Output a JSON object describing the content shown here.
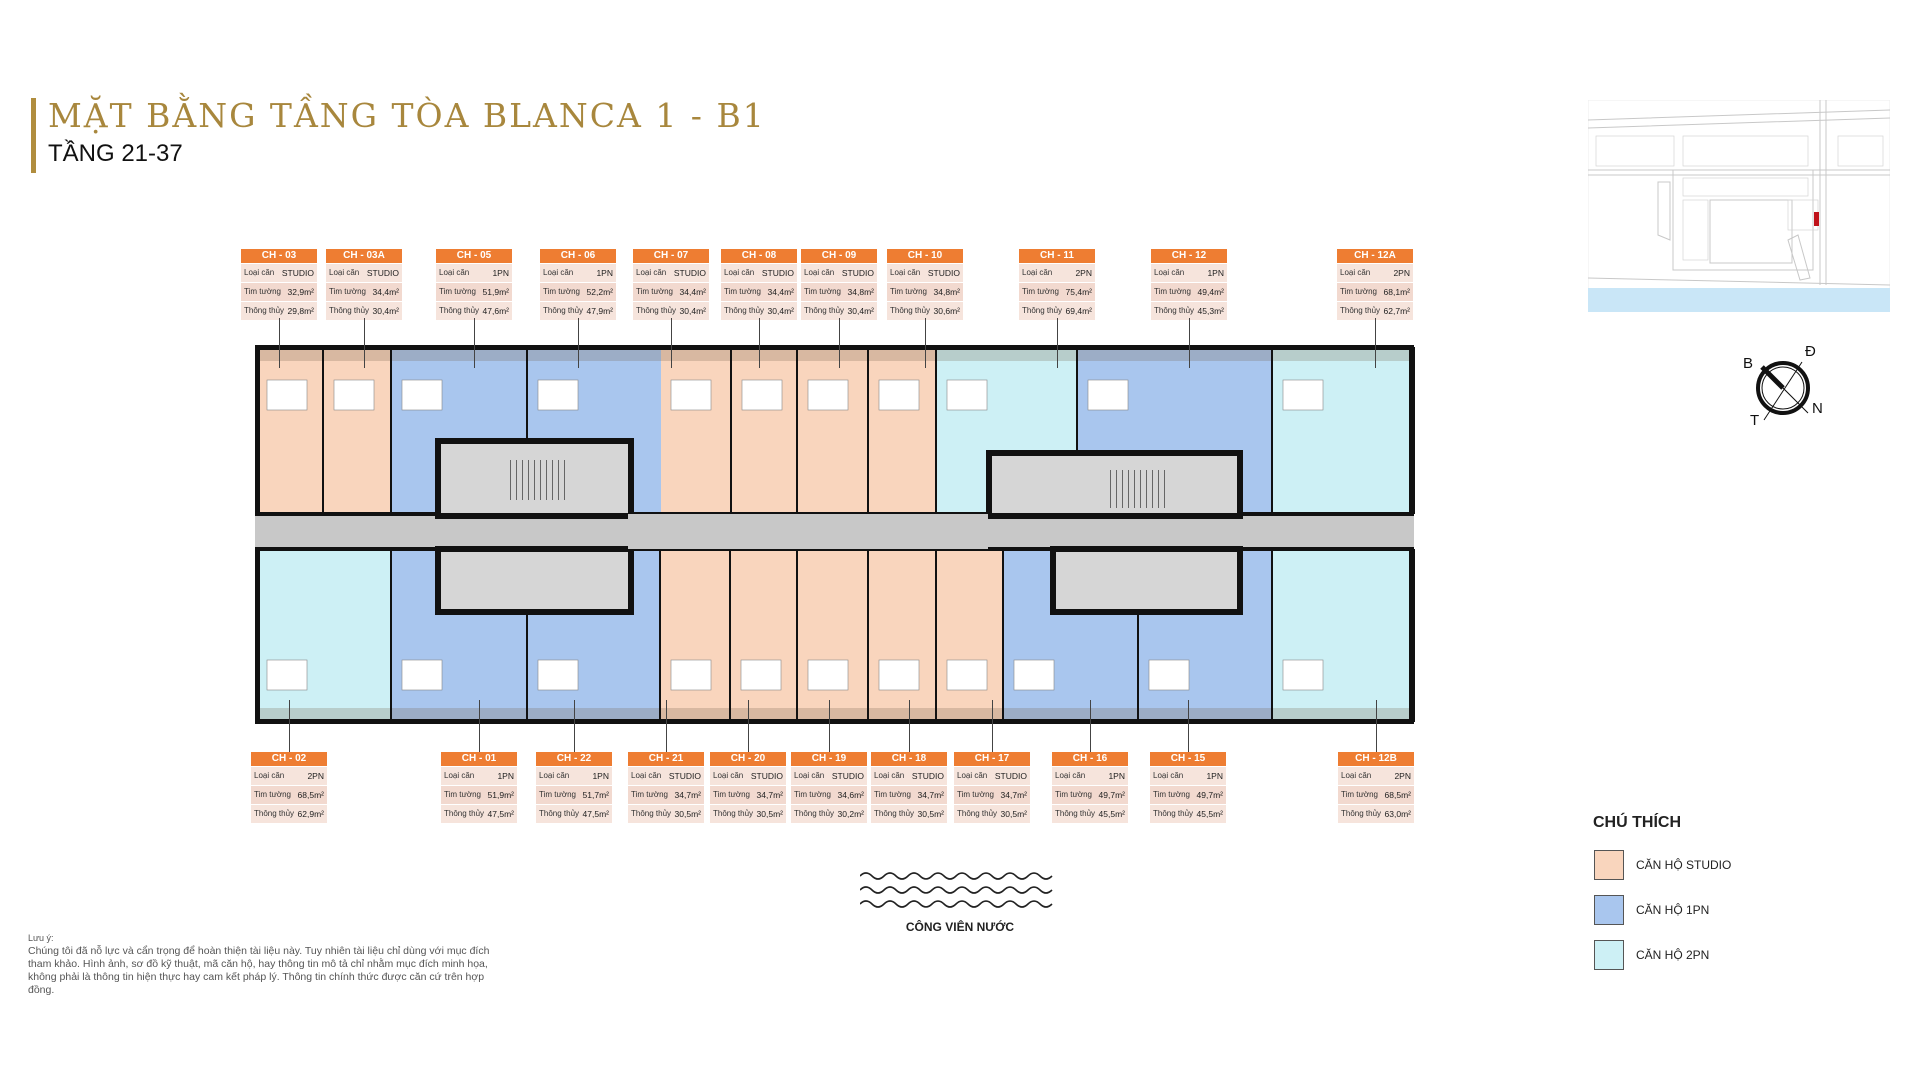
{
  "header": {
    "title": "MẶT BẰNG TẦNG TÒA BLANCA 1 - B1",
    "subtitle": "TẦNG 21-37"
  },
  "card_labels": {
    "type": "Loại căn",
    "gross_area": "Tim tường",
    "net_area": "Thông thủy"
  },
  "units_top": [
    {
      "code": "CH - 03",
      "type": "STUDIO",
      "gross": "32,9m²",
      "net": "29,8m²"
    },
    {
      "code": "CH - 03A",
      "type": "STUDIO",
      "gross": "34,4m²",
      "net": "30,4m²"
    },
    {
      "code": "CH - 05",
      "type": "1PN",
      "gross": "51,9m²",
      "net": "47,6m²"
    },
    {
      "code": "CH - 06",
      "type": "1PN",
      "gross": "52,2m²",
      "net": "47,9m²"
    },
    {
      "code": "CH - 07",
      "type": "STUDIO",
      "gross": "34,4m²",
      "net": "30,4m²"
    },
    {
      "code": "CH - 08",
      "type": "STUDIO",
      "gross": "34,4m²",
      "net": "30,4m²"
    },
    {
      "code": "CH - 09",
      "type": "STUDIO",
      "gross": "34,8m²",
      "net": "30,4m²"
    },
    {
      "code": "CH - 10",
      "type": "STUDIO",
      "gross": "34,8m²",
      "net": "30,6m²"
    },
    {
      "code": "CH - 11",
      "type": "2PN",
      "gross": "75,4m²",
      "net": "69,4m²"
    },
    {
      "code": "CH - 12",
      "type": "1PN",
      "gross": "49,4m²",
      "net": "45,3m²"
    },
    {
      "code": "CH - 12A",
      "type": "2PN",
      "gross": "68,1m²",
      "net": "62,7m²"
    }
  ],
  "units_bottom": [
    {
      "code": "CH - 02",
      "type": "2PN",
      "gross": "68,5m²",
      "net": "62,9m²"
    },
    {
      "code": "CH - 01",
      "type": "1PN",
      "gross": "51,9m²",
      "net": "47,5m²"
    },
    {
      "code": "CH - 22",
      "type": "1PN",
      "gross": "51,7m²",
      "net": "47,5m²"
    },
    {
      "code": "CH - 21",
      "type": "STUDIO",
      "gross": "34,7m²",
      "net": "30,5m²"
    },
    {
      "code": "CH - 20",
      "type": "STUDIO",
      "gross": "34,7m²",
      "net": "30,5m²"
    },
    {
      "code": "CH - 19",
      "type": "STUDIO",
      "gross": "34,6m²",
      "net": "30,2m²"
    },
    {
      "code": "CH - 18",
      "type": "STUDIO",
      "gross": "34,7m²",
      "net": "30,5m²"
    },
    {
      "code": "CH - 17",
      "type": "STUDIO",
      "gross": "34,7m²",
      "net": "30,5m²"
    },
    {
      "code": "CH - 16",
      "type": "1PN",
      "gross": "49,7m²",
      "net": "45,5m²"
    },
    {
      "code": "CH - 15",
      "type": "1PN",
      "gross": "49,7m²",
      "net": "45,5m²"
    },
    {
      "code": "CH - 12B",
      "type": "2PN",
      "gross": "68,5m²",
      "net": "63,0m²"
    }
  ],
  "colors": {
    "STUDIO": "#f9d5bd",
    "1PN": "#a9c6ee",
    "2PN": "#cdf0f5",
    "card_header": "#ee7d32",
    "title_gold": "#a8873d",
    "water": "#c9e6f7",
    "site_marker": "#c0121a"
  },
  "compass": {
    "north_label": "B",
    "east_label": "Đ",
    "south_label": "N",
    "west_label": "T"
  },
  "legend": {
    "title": "CHÚ THÍCH",
    "items": [
      {
        "label": "CĂN HỘ STUDIO",
        "type": "STUDIO"
      },
      {
        "label": "CĂN HỘ 1PN",
        "type": "1PN"
      },
      {
        "label": "CĂN HỘ 2PN",
        "type": "2PN"
      }
    ]
  },
  "park_label": "CÔNG VIÊN NƯỚC",
  "notes": {
    "title": "Lưu ý:",
    "text": "Chúng tôi đã nỗ lực và cẩn trọng để hoàn thiện tài liệu này. Tuy nhiên tài liệu chỉ dùng với mục đích tham khảo. Hình ảnh, sơ đồ kỹ thuật, mã căn hộ, hay thông tin mô tả chỉ nhằm mục đích minh họa, không phải là thông tin hiện thực hay cam kết pháp lý. Thông tin chính thức được căn cứ trên hợp đồng."
  }
}
